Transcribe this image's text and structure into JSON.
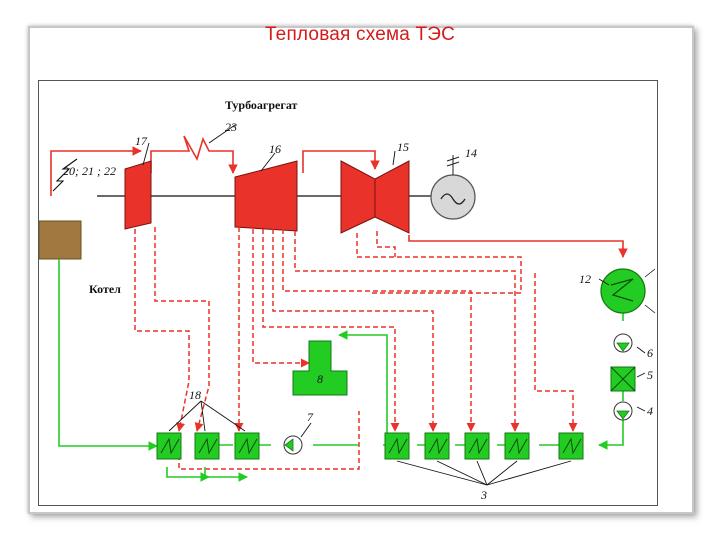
{
  "title": "Тепловая схема ТЭС",
  "labels": {
    "turbo": "Турбоагрегат",
    "boiler": "Котел",
    "n23": "23",
    "n17": "17",
    "n16": "16",
    "n15": "15",
    "n14": "14",
    "n12": "12",
    "n20": "20; 21 ; 22",
    "n6": "6",
    "n5": "5",
    "n4": "4",
    "n8": "8",
    "n7": "7",
    "n18": "18",
    "n3": "3"
  },
  "colors": {
    "red": "#e8322a",
    "green": "#22cc22",
    "boiler": "#a07840",
    "title": "#d51a1a"
  }
}
